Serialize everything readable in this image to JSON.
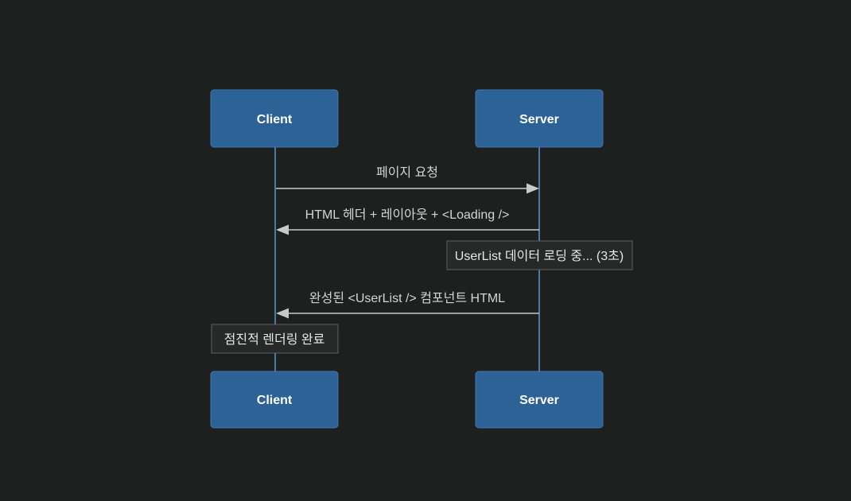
{
  "diagram": {
    "type": "sequence",
    "actors": [
      {
        "id": "client",
        "label": "Client"
      },
      {
        "id": "server",
        "label": "Server"
      }
    ],
    "messages": [
      {
        "from": "client",
        "to": "server",
        "label": "페이지 요청"
      },
      {
        "from": "server",
        "to": "client",
        "label": "HTML 헤더 + 레이아웃 + <Loading />"
      },
      {
        "from": "server",
        "to": "client",
        "label": "완성된 <UserList /> 컴포넌트 HTML"
      }
    ],
    "notes": [
      {
        "over": "server",
        "label": "UserList 데이터 로딩 중... (3초)"
      },
      {
        "over": "client",
        "label": "점진적 렌더링 완료"
      }
    ]
  },
  "colors": {
    "background": "#1e1f1f",
    "actor_fill": "#2d6296",
    "actor_border": "#3e77ab",
    "actor_text": "#ffffff",
    "lifeline": "#4a7aa6",
    "message_line": "#c9c9c9",
    "message_text": "#d4d4d4",
    "note_fill": "#272828",
    "note_border": "#616161",
    "note_text": "#e6e6e6"
  }
}
